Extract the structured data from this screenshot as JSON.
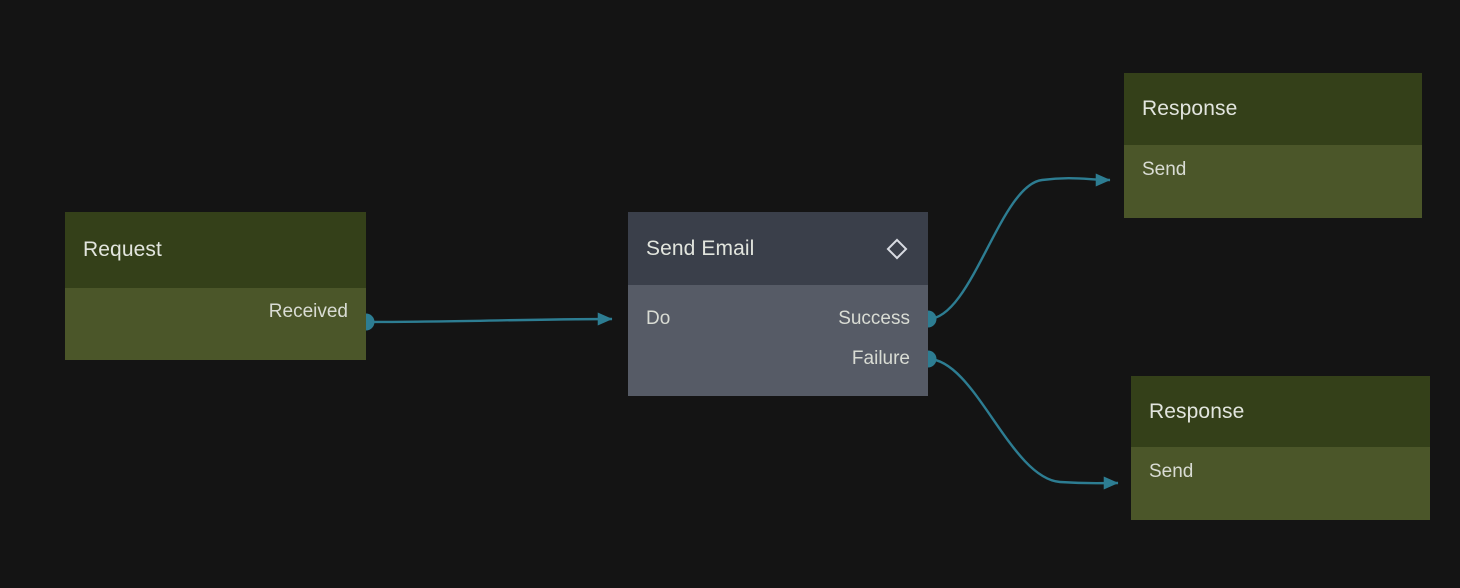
{
  "canvas": {
    "background_color": "#141414",
    "edge_color": "#2d7d92",
    "port_dot_color": "#2d7d92"
  },
  "nodes": [
    {
      "id": "request",
      "title": "Request",
      "kind": "trigger",
      "accent_color": "#344019",
      "body_color": "#4b5629",
      "inputs": [],
      "outputs": [
        {
          "label": "Received"
        }
      ]
    },
    {
      "id": "send-email",
      "title": "Send Email",
      "kind": "action",
      "accent_color": "#3a3f4a",
      "body_color": "#565b66",
      "header_icon": "diamond-icon",
      "inputs": [
        {
          "label": "Do"
        }
      ],
      "outputs": [
        {
          "label": "Success"
        },
        {
          "label": "Failure"
        }
      ]
    },
    {
      "id": "response-success",
      "title": "Response",
      "kind": "action",
      "accent_color": "#344019",
      "body_color": "#4b5629",
      "inputs": [
        {
          "label": "Send"
        }
      ],
      "outputs": []
    },
    {
      "id": "response-failure",
      "title": "Response",
      "kind": "action",
      "accent_color": "#344019",
      "body_color": "#4b5629",
      "inputs": [
        {
          "label": "Send"
        }
      ],
      "outputs": []
    }
  ],
  "edges": [
    {
      "id": "edge-received-to-do",
      "from": "request.Received",
      "to": "send-email.Do"
    },
    {
      "id": "edge-success-to-send",
      "from": "send-email.Success",
      "to": "response-success.Send"
    },
    {
      "id": "edge-failure-to-send",
      "from": "send-email.Failure",
      "to": "response-failure.Send"
    }
  ]
}
